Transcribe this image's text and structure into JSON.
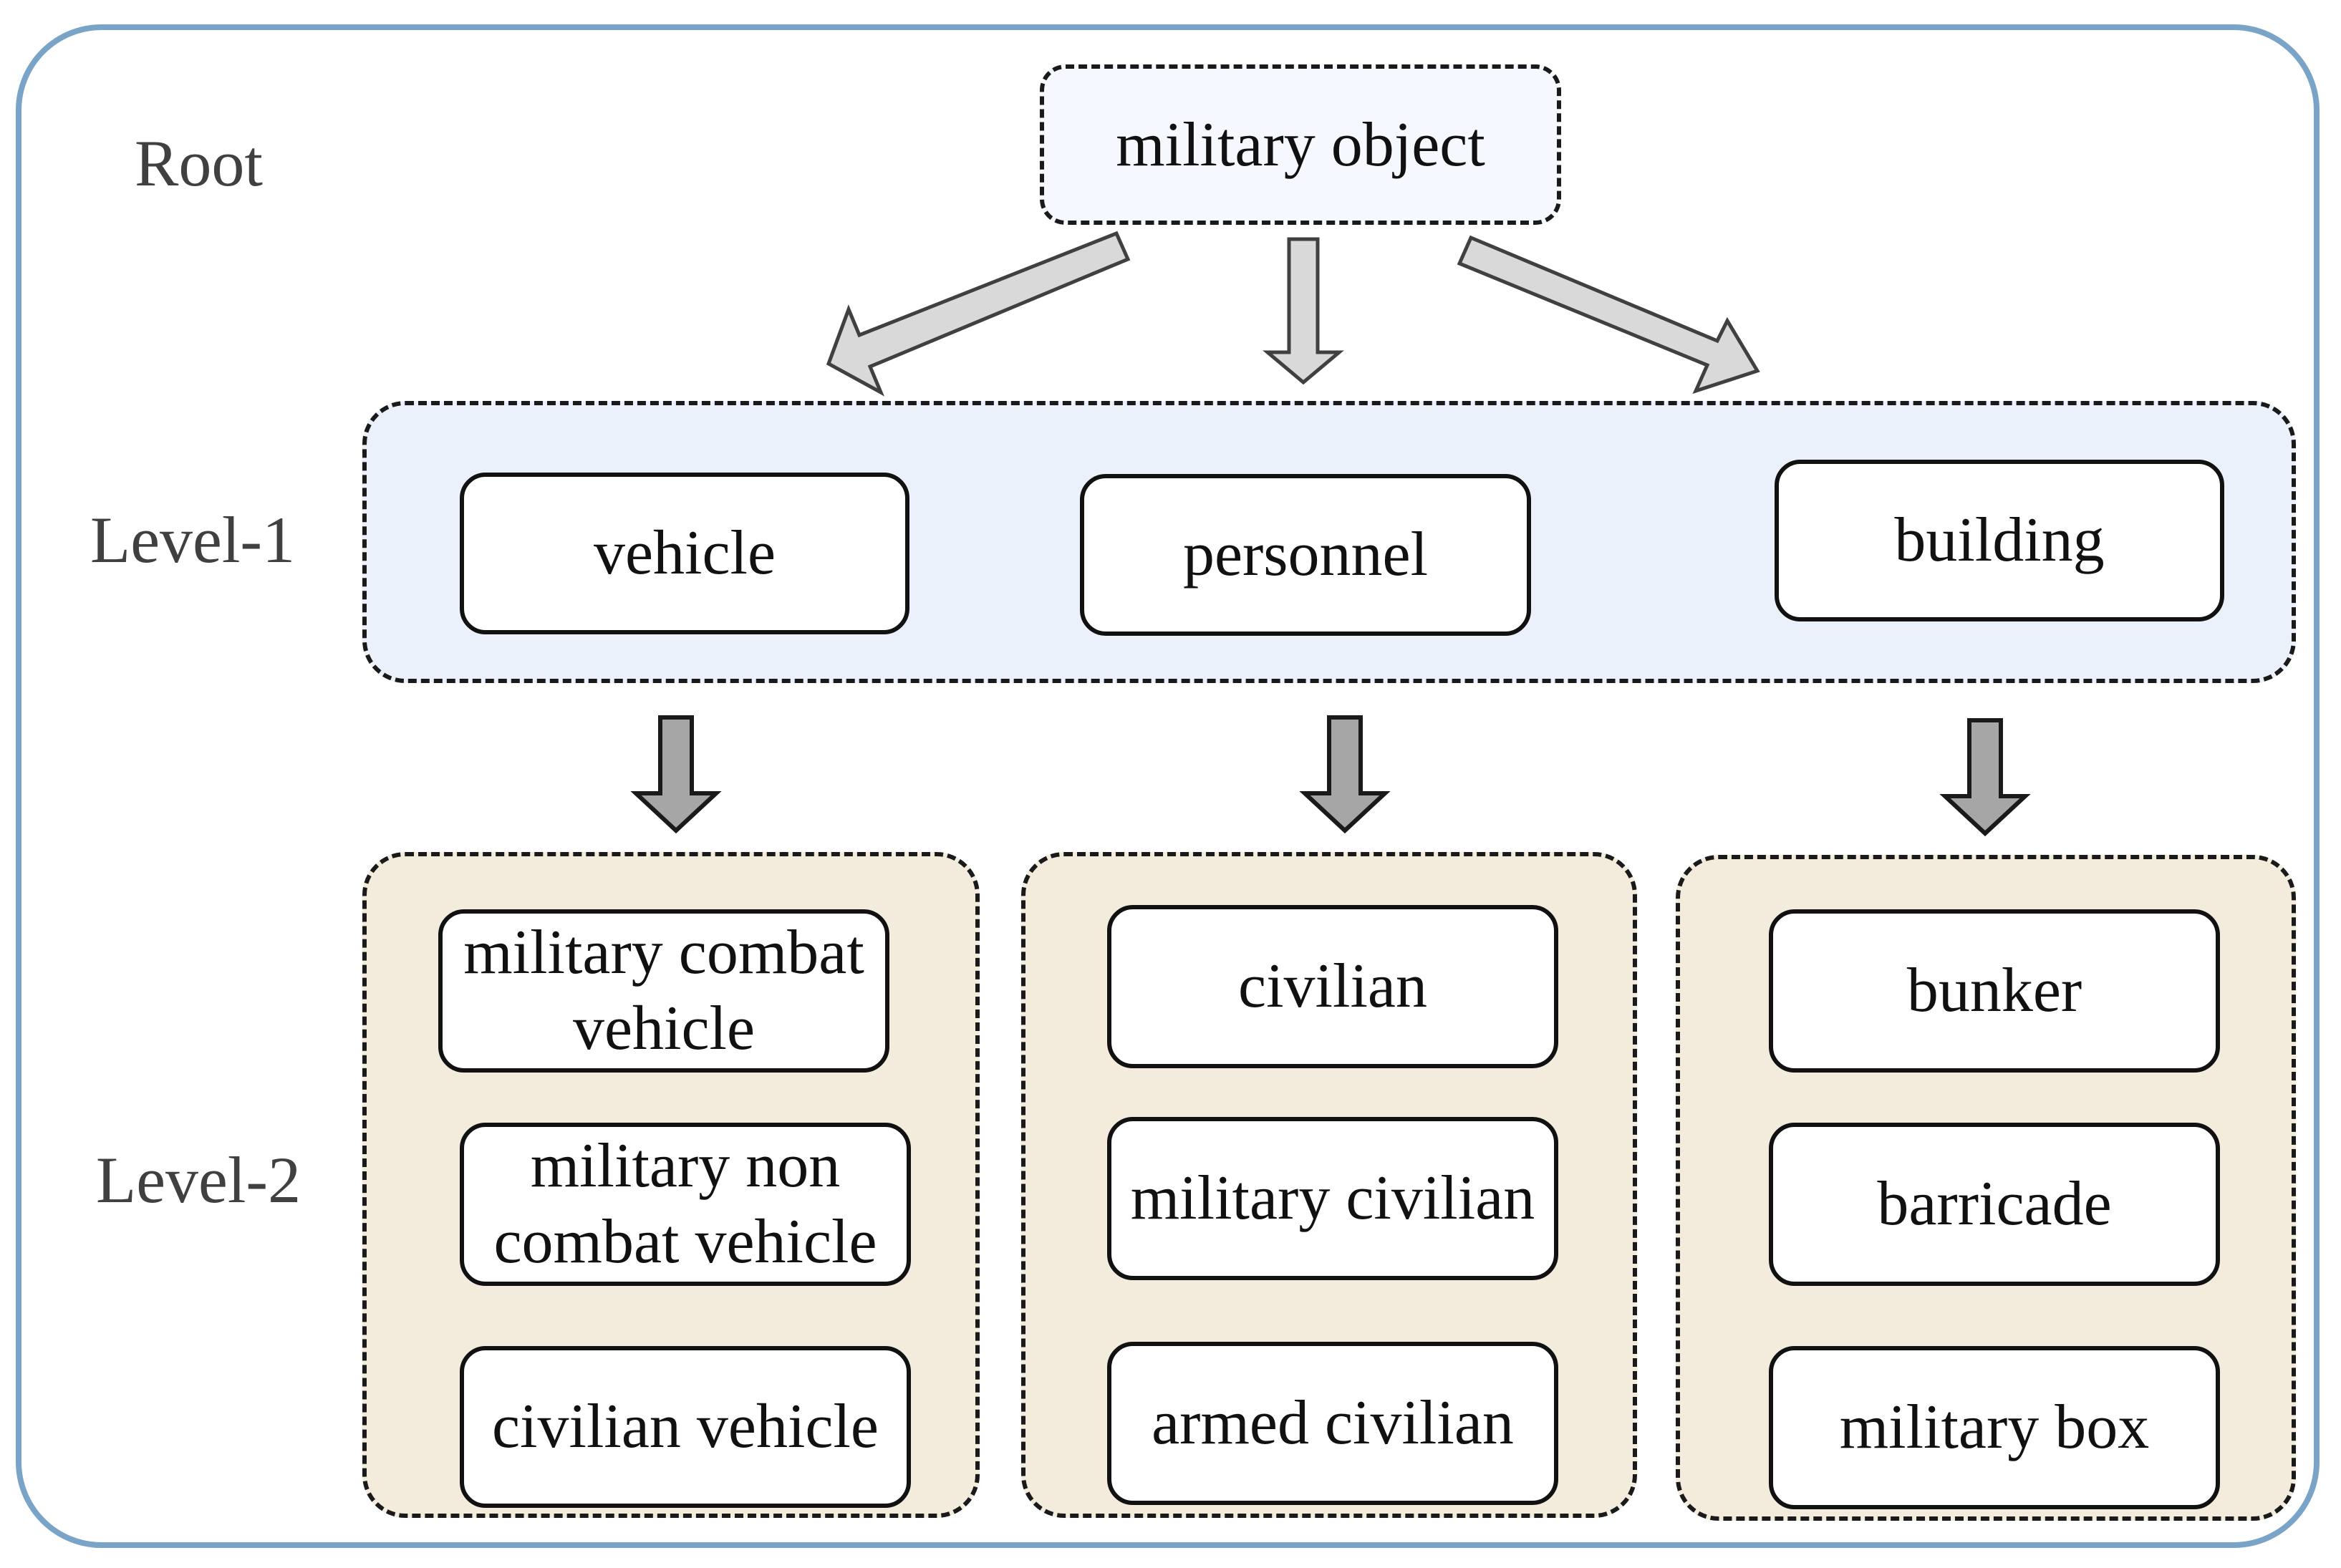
{
  "levels": {
    "root": "Root",
    "level1": "Level-1",
    "level2": "Level-2"
  },
  "root_node": "military object",
  "level1_nodes": {
    "vehicle": "vehicle",
    "personnel": "personnel",
    "building": "building"
  },
  "level2_nodes": {
    "vehicle": [
      "military combat vehicle",
      "military non combat vehicle",
      "civilian vehicle"
    ],
    "personnel": [
      "civilian",
      "military civilian",
      "armed civilian"
    ],
    "building": [
      "bunker",
      "barricade",
      "military box"
    ]
  },
  "colors": {
    "frame_border": "#7aa3c8",
    "level1_fill": "#eaf1fb",
    "level2_fill": "#f3ecdc",
    "root_fill": "#f5f8fe",
    "arrow_light": "#d9d9d9",
    "arrow_dark": "#a6a6a6",
    "arrow_stroke": "#404040"
  }
}
